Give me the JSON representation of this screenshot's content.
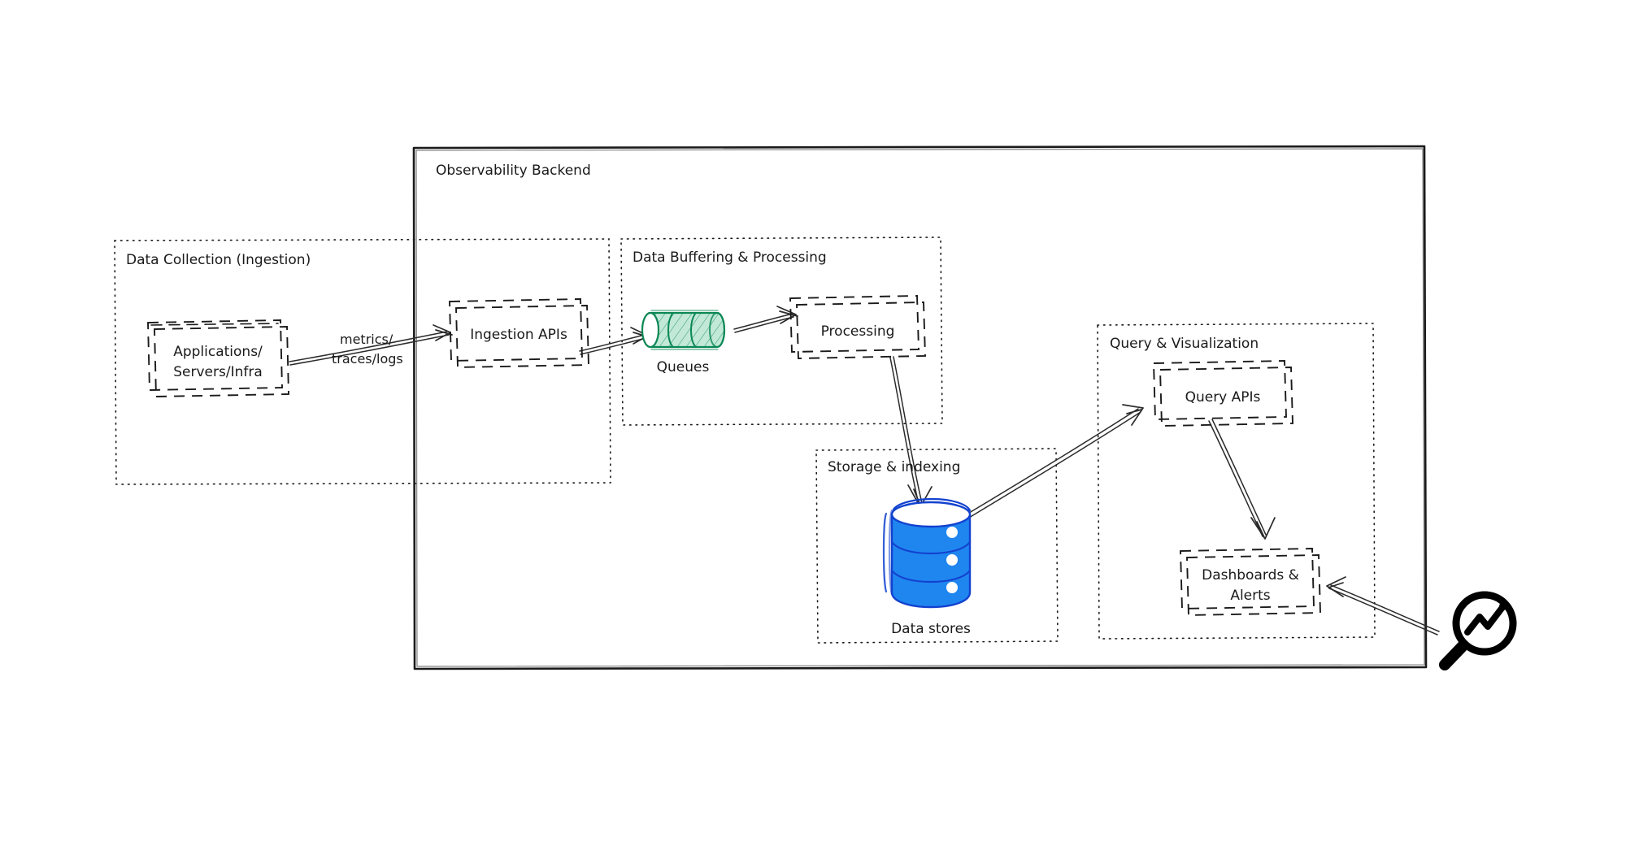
{
  "diagram": {
    "title": "Observability Backend",
    "style": "hand-drawn sketch architecture diagram",
    "background_color": "#ffffff",
    "stroke_color": "#1a1a1a"
  },
  "container": {
    "label": "Observability Backend",
    "border_style": "solid"
  },
  "groups": [
    {
      "id": "data-collection",
      "label": "Data Collection (Ingestion)",
      "border_style": "dotted"
    },
    {
      "id": "data-buffering",
      "label": "Data Buffering & Processing",
      "border_style": "dotted"
    },
    {
      "id": "storage-indexing",
      "label": "Storage & indexing",
      "border_style": "dotted"
    },
    {
      "id": "query-visualization",
      "label": "Query & Visualization",
      "border_style": "dotted"
    }
  ],
  "nodes": [
    {
      "id": "applications",
      "label_line1": "Applications/",
      "label_line2": "Servers/Infra",
      "shape": "rounded-rect",
      "group": "data-collection"
    },
    {
      "id": "ingestion-apis",
      "label_line1": "Ingestion APIs",
      "label_line2": "",
      "shape": "rounded-rect",
      "group": "data-collection"
    },
    {
      "id": "queues",
      "label_line1": "Queues",
      "label_line2": "",
      "shape": "horizontal-cylinder",
      "color": "#0a8754",
      "fill": "#36b37e",
      "segments": 3,
      "group": "data-buffering"
    },
    {
      "id": "processing",
      "label_line1": "Processing",
      "label_line2": "",
      "shape": "rounded-rect",
      "group": "data-buffering"
    },
    {
      "id": "data-stores",
      "label_line1": "Data stores",
      "label_line2": "",
      "shape": "database-cylinder",
      "color": "#1342cf",
      "fill": "#1f86f0",
      "tiers": 3,
      "group": "storage-indexing"
    },
    {
      "id": "query-apis",
      "label_line1": "Query APIs",
      "label_line2": "",
      "shape": "rounded-rect",
      "group": "query-visualization"
    },
    {
      "id": "dashboards-alerts",
      "label_line1": "Dashboards &",
      "label_line2": "Alerts",
      "shape": "rounded-rect",
      "group": "query-visualization"
    }
  ],
  "edges": [
    {
      "id": "e1",
      "from": "applications",
      "to": "ingestion-apis",
      "label_line1": "metrics/",
      "label_line2": "traces/logs"
    },
    {
      "id": "e2",
      "from": "ingestion-apis",
      "to": "queues",
      "label_line1": "",
      "label_line2": ""
    },
    {
      "id": "e3",
      "from": "queues",
      "to": "processing",
      "label_line1": "",
      "label_line2": ""
    },
    {
      "id": "e4",
      "from": "processing",
      "to": "data-stores",
      "label_line1": "",
      "label_line2": ""
    },
    {
      "id": "e5",
      "from": "data-stores",
      "to": "query-apis",
      "label_line1": "",
      "label_line2": ""
    },
    {
      "id": "e6",
      "from": "query-apis",
      "to": "dashboards-alerts",
      "label_line1": "",
      "label_line2": ""
    },
    {
      "id": "e7",
      "from": "observability-icon",
      "to": "dashboards-alerts",
      "label_line1": "",
      "label_line2": ""
    }
  ],
  "icons": [
    {
      "id": "observability-icon",
      "name": "magnifier-trend-icon",
      "color": "#000000"
    }
  ]
}
